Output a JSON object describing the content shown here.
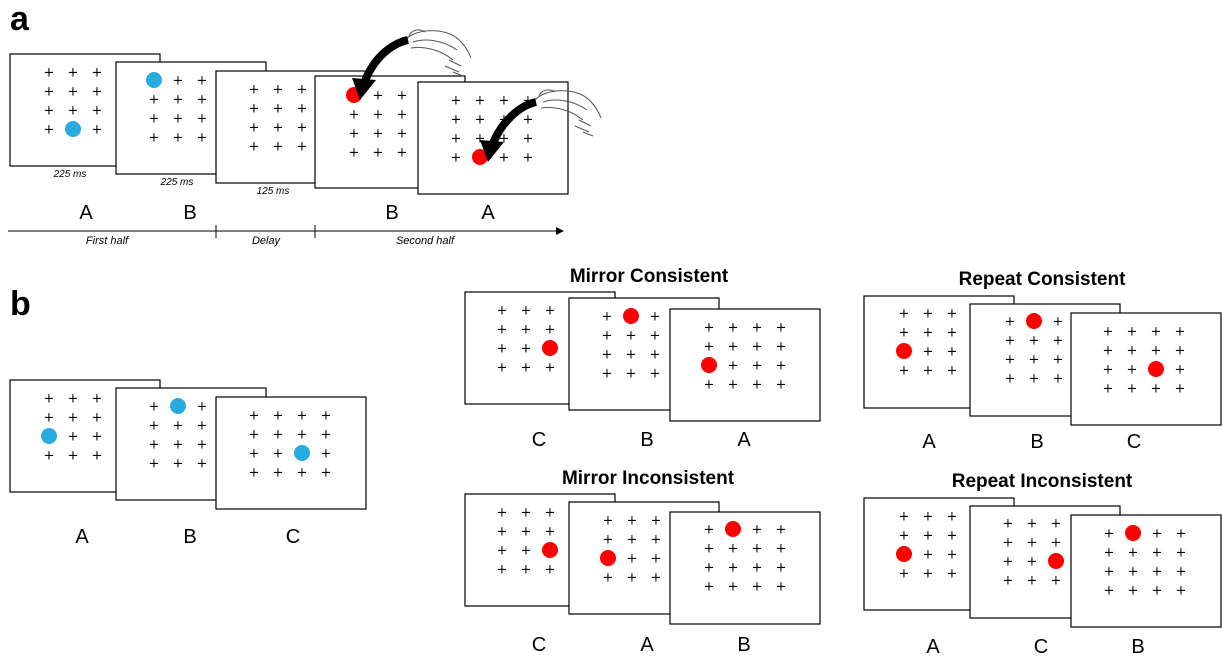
{
  "colors": {
    "cue_dot": "#29abe2",
    "response_dot": "#ff0000"
  },
  "panel_a": {
    "letter": "a",
    "durations": [
      "225 ms",
      "225 ms",
      "125 ms"
    ],
    "sequence_labels": [
      "A",
      "B",
      "B",
      "A"
    ],
    "phases": [
      "First half",
      "Delay",
      "Second half"
    ],
    "icons": [
      "hand-icon",
      "curved-arrow-icon"
    ]
  },
  "panel_b": {
    "letter": "b",
    "sequence_labels": [
      "A",
      "B",
      "C"
    ],
    "conditions": [
      {
        "title": "Mirror Consistent",
        "labels": [
          "C",
          "B",
          "A"
        ]
      },
      {
        "title": "Repeat Consistent",
        "labels": [
          "A",
          "B",
          "C"
        ]
      },
      {
        "title": "Mirror Inconsistent",
        "labels": [
          "C",
          "A",
          "B"
        ]
      },
      {
        "title": "Repeat Inconsistent",
        "labels": [
          "A",
          "C",
          "B"
        ]
      }
    ]
  }
}
